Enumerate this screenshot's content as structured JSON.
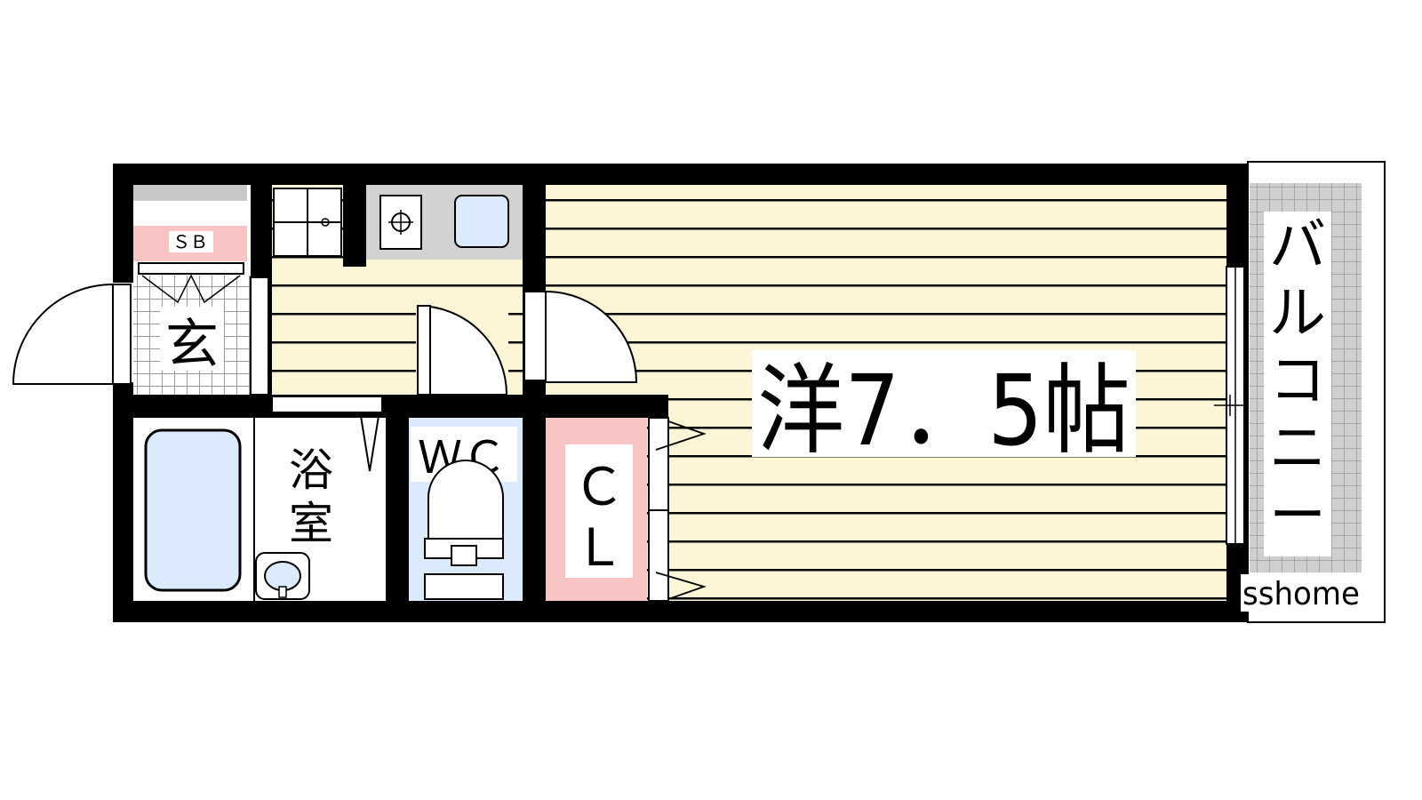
{
  "labels": {
    "sb": "ＳＢ",
    "genkan": "玄",
    "bath_top": "浴",
    "bath_bottom": "室",
    "wc": "ＷＣ",
    "closet_top": "Ｃ",
    "closet_bottom": "Ｌ",
    "western_room": "洋7．5帖",
    "balcony": [
      "バ",
      "ル",
      "コ",
      "ニ",
      "ー"
    ],
    "watermark": "sshome"
  },
  "colors": {
    "wall": "#000000",
    "floor_wood": "#fdf6d6",
    "floor_line": "#000000",
    "pink": "#f9c4c4",
    "water_blue": "#dceafd",
    "tile_gray": "#c8c8c8",
    "kitchen_gray": "#d2d2d2"
  },
  "icons": {
    "stove": "gas-burner-icon",
    "sink": "kitchen-sink-icon",
    "fridge": "refrigerator-icon",
    "bathtub": "bathtub-icon",
    "basin": "wash-basin-icon",
    "toilet": "toilet-icon"
  }
}
